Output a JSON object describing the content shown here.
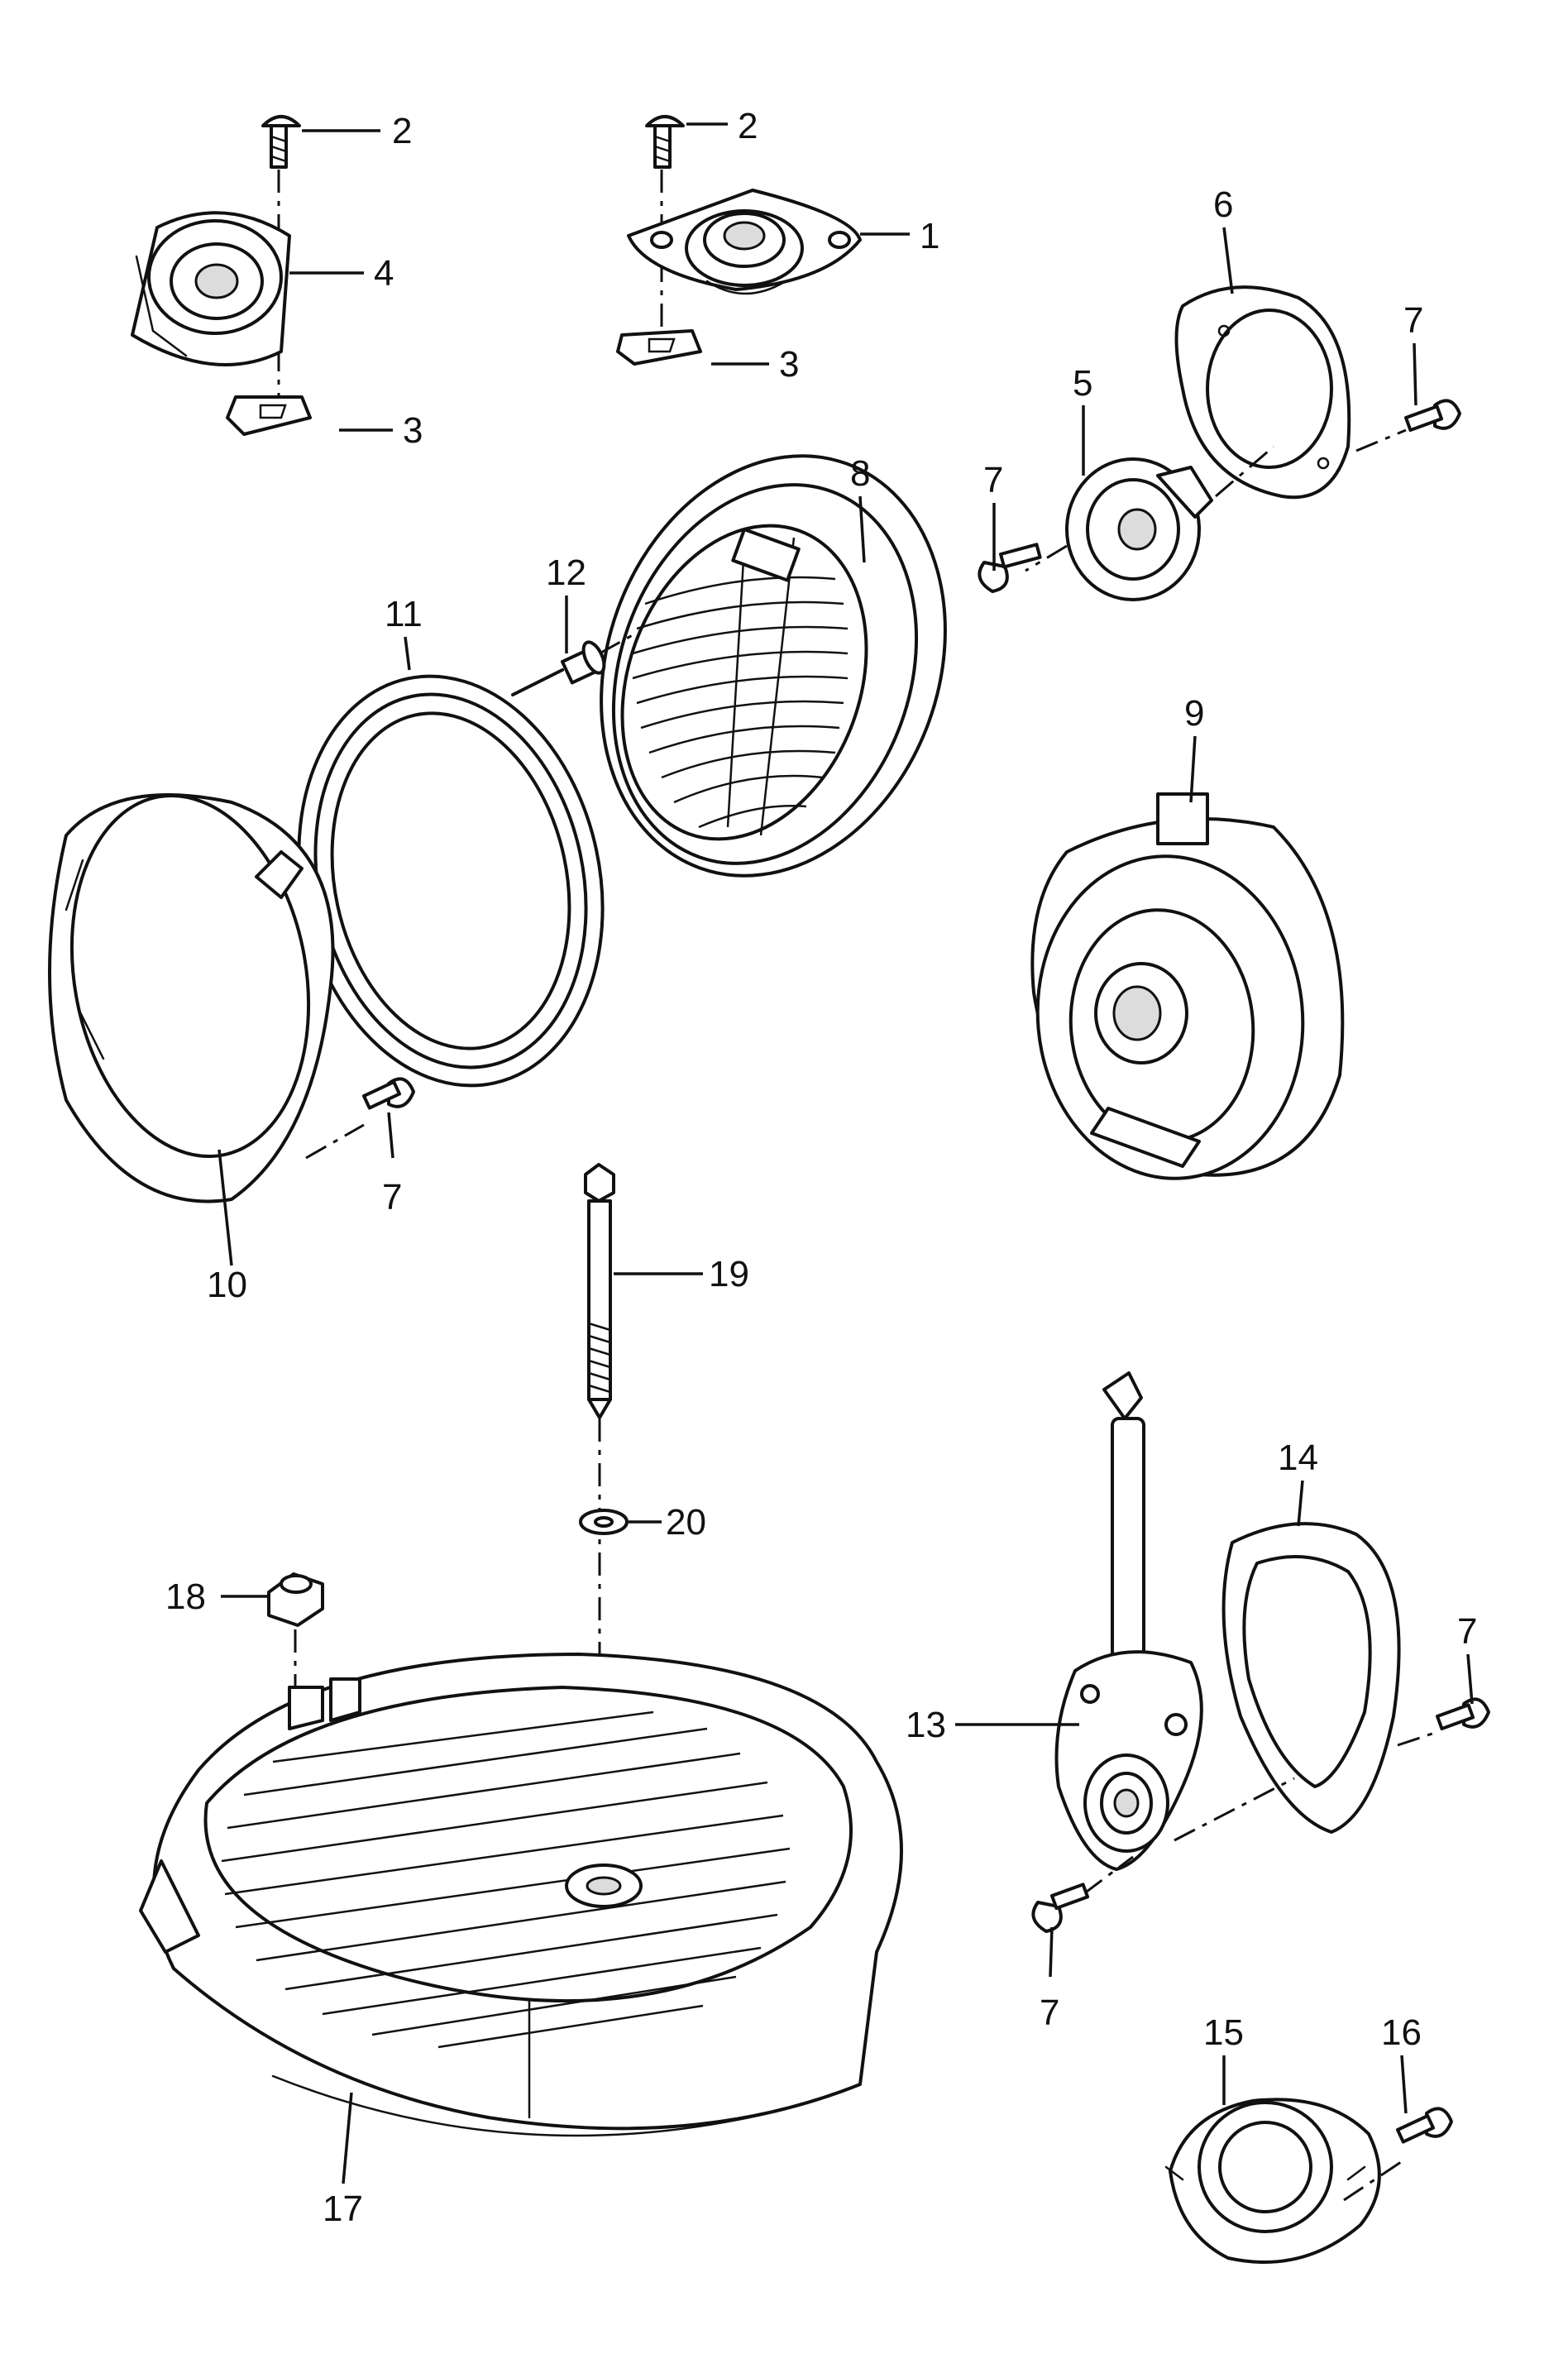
{
  "diagram": {
    "callouts": {
      "c1": "1",
      "c2a": "2",
      "c2b": "2",
      "c3a": "3",
      "c3b": "3",
      "c4": "4",
      "c5": "5",
      "c6": "6",
      "c7a": "7",
      "c7b": "7",
      "c7c": "7",
      "c7d": "7",
      "c7e": "7",
      "c8": "8",
      "c9": "9",
      "c10": "10",
      "c11": "11",
      "c12": "12",
      "c13": "13",
      "c14": "14",
      "c15": "15",
      "c16": "16",
      "c17": "17",
      "c18": "18",
      "c19": "19",
      "c20": "20"
    }
  }
}
